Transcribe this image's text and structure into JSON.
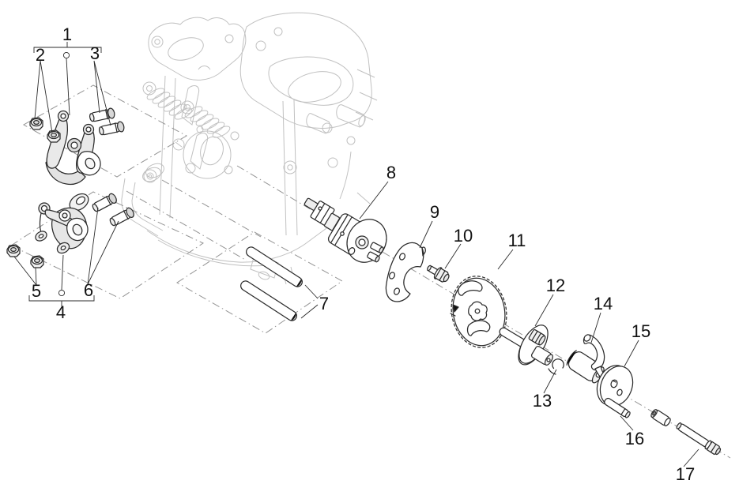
{
  "diagram": {
    "type": "exploded-parts-diagram",
    "subject": "cylinder head camshaft, sprocket and rocker-arm support assembly",
    "background_color": "#ffffff",
    "part_line_color": "#2b2b2b",
    "engine_outline_color": "#c1c1c1",
    "phantom_line_color": "#949494",
    "callout_color": "#111111"
  },
  "callouts": [
    {
      "label": "1"
    },
    {
      "label": "2"
    },
    {
      "label": "3"
    },
    {
      "label": "4"
    },
    {
      "label": "5"
    },
    {
      "label": "6"
    },
    {
      "label": "7"
    },
    {
      "label": "8"
    },
    {
      "label": "9"
    },
    {
      "label": "10"
    },
    {
      "label": "11"
    },
    {
      "label": "12"
    },
    {
      "label": "13"
    },
    {
      "label": "14"
    },
    {
      "label": "15"
    },
    {
      "label": "16"
    },
    {
      "label": "17"
    }
  ]
}
